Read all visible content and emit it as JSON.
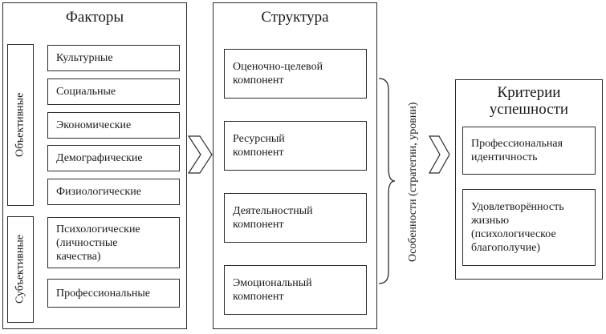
{
  "factors": {
    "title": "Факторы",
    "objective_label": "Объективные",
    "subjective_label": "Субъективные",
    "objective_items": [
      "Культурные",
      "Социальные",
      "Экономические",
      "Демографические",
      "Физиологические"
    ],
    "subjective_items": [
      "Психологические\n(личностные\nкачества)",
      "Профессиональные"
    ]
  },
  "structure": {
    "title": "Структура",
    "components": [
      "Оценочно-целевой\nкомпонент",
      "Ресурсный\nкомпонент",
      "Деятельностный\nкомпонент",
      "Эмоциональный\nкомпонент"
    ],
    "brace_label": "Особенности (стратегии, уровни)"
  },
  "criteria": {
    "title": "Критерии\nуспешности",
    "items": [
      "Профессиональная\nидентичность",
      "Удовлетворённость\nжизнью\n(психологическое\nблагополучие)"
    ]
  }
}
